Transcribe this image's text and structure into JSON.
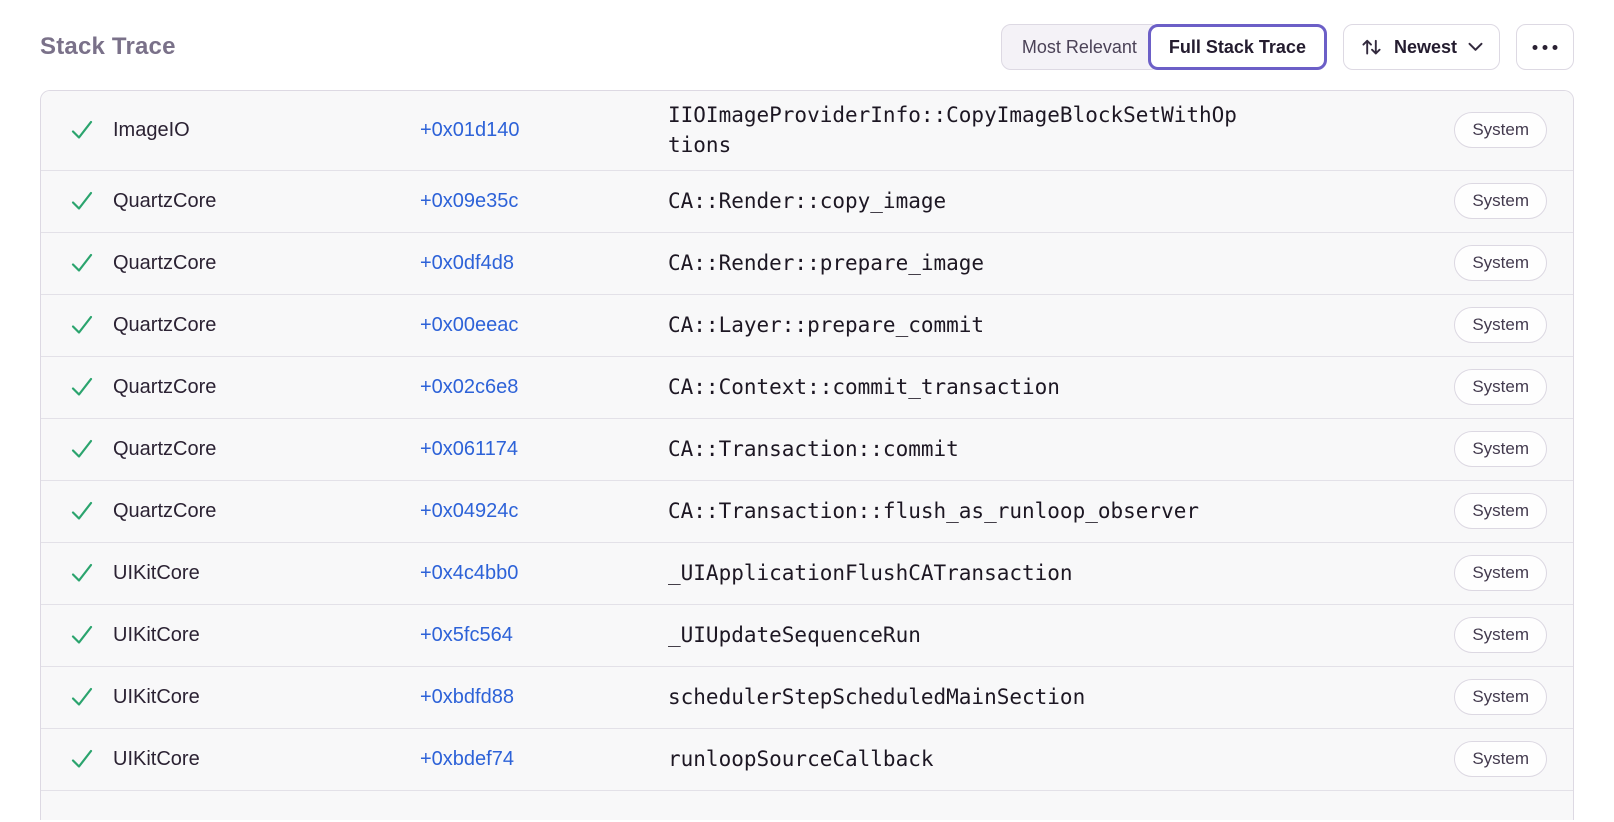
{
  "header": {
    "title": "Stack Trace",
    "view_toggle": {
      "most_relevant_label": "Most Relevant",
      "full_stack_trace_label": "Full Stack Trace",
      "active": "Full Stack Trace"
    },
    "sort": {
      "label": "Newest",
      "icon": "sort-arrows-icon",
      "chevron": "chevron-down-icon"
    },
    "more": {
      "icon": "ellipsis-icon"
    }
  },
  "colors": {
    "accent_purple": "#6c5fc7",
    "link_blue": "#2d62d8",
    "check_green": "#2ba46e",
    "row_background": "#f8f8f9",
    "border": "#ddd9e3",
    "title_gray": "#7a7189"
  },
  "stack_trace": {
    "check_icon": "check-icon",
    "partial_row_visible": true,
    "frames": [
      {
        "module": "ImageIO",
        "address": "+0x01d140",
        "function": "IIOImageProviderInfo::CopyImageBlockSetWithOptions",
        "tag": "System"
      },
      {
        "module": "QuartzCore",
        "address": "+0x09e35c",
        "function": "CA::Render::copy_image",
        "tag": "System"
      },
      {
        "module": "QuartzCore",
        "address": "+0x0df4d8",
        "function": "CA::Render::prepare_image",
        "tag": "System"
      },
      {
        "module": "QuartzCore",
        "address": "+0x00eeac",
        "function": "CA::Layer::prepare_commit",
        "tag": "System"
      },
      {
        "module": "QuartzCore",
        "address": "+0x02c6e8",
        "function": "CA::Context::commit_transaction",
        "tag": "System"
      },
      {
        "module": "QuartzCore",
        "address": "+0x061174",
        "function": "CA::Transaction::commit",
        "tag": "System"
      },
      {
        "module": "QuartzCore",
        "address": "+0x04924c",
        "function": "CA::Transaction::flush_as_runloop_observer",
        "tag": "System"
      },
      {
        "module": "UIKitCore",
        "address": "+0x4c4bb0",
        "function": "_UIApplicationFlushCATransaction",
        "tag": "System"
      },
      {
        "module": "UIKitCore",
        "address": "+0x5fc564",
        "function": "_UIUpdateSequenceRun",
        "tag": "System"
      },
      {
        "module": "UIKitCore",
        "address": "+0xbdfd88",
        "function": "schedulerStepScheduledMainSection",
        "tag": "System"
      },
      {
        "module": "UIKitCore",
        "address": "+0xbdef74",
        "function": "runloopSourceCallback",
        "tag": "System"
      }
    ]
  }
}
